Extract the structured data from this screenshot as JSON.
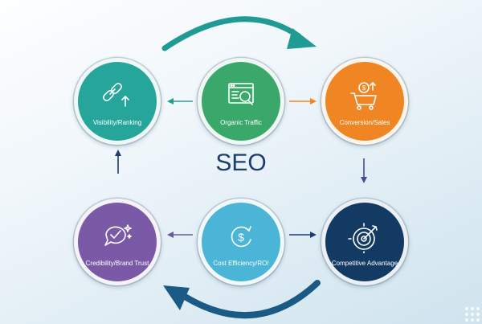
{
  "title": "SEO",
  "nodes": {
    "visibility": {
      "label": "Visibility/Ranking",
      "color": "#26a69a",
      "icon": "chain-link-arrow-up-icon"
    },
    "organic": {
      "label": "Organic Traffic",
      "color": "#39a86a",
      "icon": "browser-search-icon"
    },
    "conversion": {
      "label": "Conversion/Sales",
      "color": "#ef8523",
      "icon": "shopping-cart-dollar-icon"
    },
    "credibility": {
      "label": "Credibility/Brand Trust",
      "color": "#7a5aa6",
      "icon": "speech-bubble-check-icon"
    },
    "cost": {
      "label": "Cost Efficiency/ROI",
      "color": "#4ab5d6",
      "icon": "dollar-cycle-icon"
    },
    "competitive": {
      "label": "Competitive Advantage",
      "color": "#123a63",
      "icon": "target-arrow-icon"
    }
  },
  "arrow_colors": {
    "top_curve": "#1f9b93",
    "bottom_curve": "#1c5a86",
    "organic_to_visibility": "#2a9d8f",
    "organic_to_conversion": "#ef8523",
    "conversion_to_competitive": "#4a4a9a",
    "cost_to_competitive": "#1d3c72",
    "cost_to_credibility": "#6a5a9a",
    "credibility_to_visibility": "#1d3c72"
  }
}
